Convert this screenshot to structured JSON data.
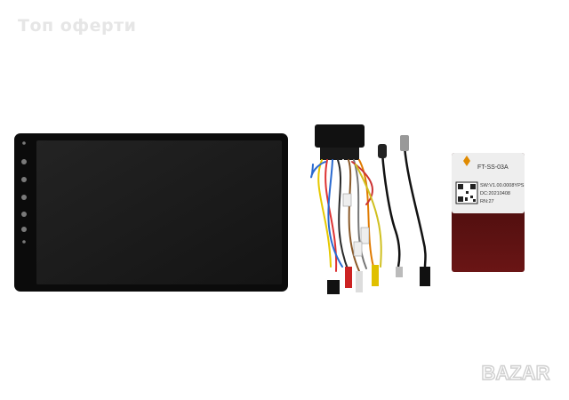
{
  "watermark": {
    "text": "Топ оферти"
  },
  "can_module": {
    "model": "FT-SS-03A",
    "line1": "SW:V1.00.0008YPS",
    "line2": "DC:20210408",
    "line3": "RN:27"
  },
  "logo": {
    "text": "BAZAR"
  },
  "colors": {
    "screen": "#1c1c1c",
    "bezel": "#0b0b0b",
    "module_top": "#f0f0f0",
    "module_bottom": "#5a1010",
    "watermark": "#e6e6e6"
  }
}
